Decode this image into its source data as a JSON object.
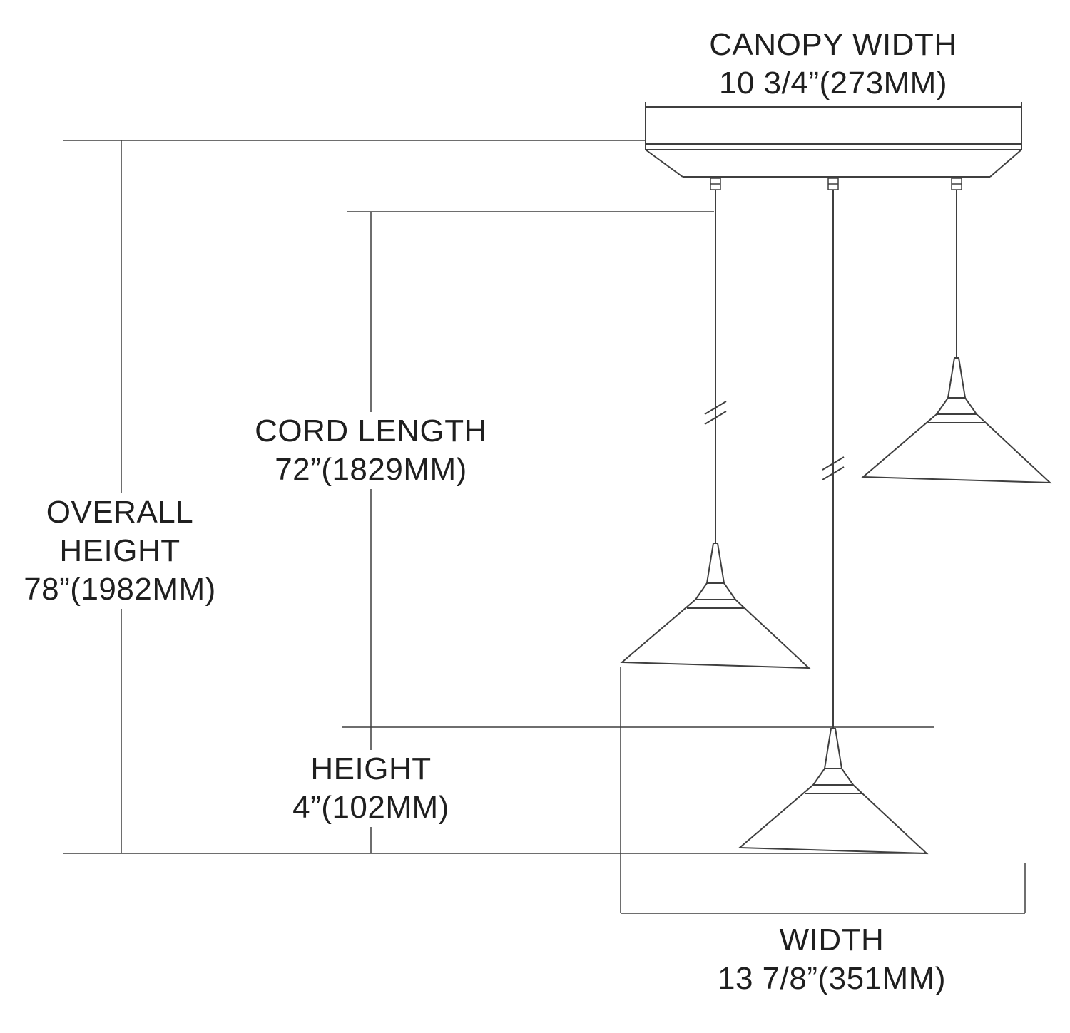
{
  "page": {
    "background": "#ffffff",
    "line_color": "#3f3f3f",
    "text_color": "#1f1f1f"
  },
  "labels": {
    "canopy_width": {
      "title": "CANOPY WIDTH",
      "value": "10 3/4”(273MM)"
    },
    "cord_length": {
      "title": "CORD LENGTH",
      "value": "72”(1829MM)"
    },
    "overall_height": {
      "title_line1": "OVERALL",
      "title_line2": "HEIGHT",
      "value": "78”(1982MM)"
    },
    "height": {
      "title": "HEIGHT",
      "value": "4”(102MM)"
    },
    "width": {
      "title": "WIDTH",
      "value": "13 7/8”(351MM)"
    }
  }
}
